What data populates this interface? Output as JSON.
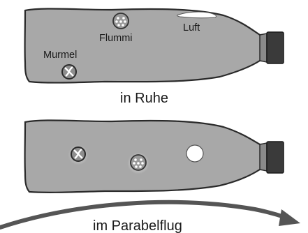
{
  "panel_top": {
    "bubble_label": "Luft",
    "ball_label": "Flummi",
    "marble_label": "Murmel",
    "caption": "in Ruhe"
  },
  "panel_bottom": {
    "caption": "im Parabelflug"
  },
  "colors": {
    "bottle_fill": "#a8a8a8",
    "bottle_stroke": "#2a2a2a",
    "cap_fill": "#3a3a3a",
    "marble_fill": "#8e8e8e",
    "ball_fill": "#9a9a9a",
    "bubble_fill": "#ffffff",
    "arrow": "#555555"
  },
  "icons": [
    "marble-icon",
    "bouncy-ball-icon",
    "air-bubble-icon",
    "trajectory-arrow-icon"
  ]
}
